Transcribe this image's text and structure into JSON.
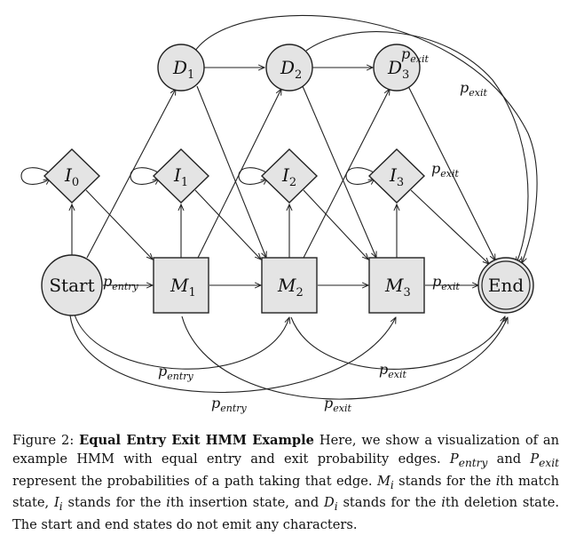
{
  "diagram": {
    "title": "Equal Entry Exit HMM",
    "nodes": [
      {
        "id": "D1",
        "shape": "circle",
        "letter": "D",
        "sub": "1"
      },
      {
        "id": "D2",
        "shape": "circle",
        "letter": "D",
        "sub": "2"
      },
      {
        "id": "D3",
        "shape": "circle",
        "letter": "D",
        "sub": "3"
      },
      {
        "id": "I0",
        "shape": "diamond",
        "letter": "I",
        "sub": "0"
      },
      {
        "id": "I1",
        "shape": "diamond",
        "letter": "I",
        "sub": "1"
      },
      {
        "id": "I2",
        "shape": "diamond",
        "letter": "I",
        "sub": "2"
      },
      {
        "id": "I3",
        "shape": "diamond",
        "letter": "I",
        "sub": "3"
      },
      {
        "id": "Start",
        "shape": "circle",
        "text": "Start"
      },
      {
        "id": "M1",
        "shape": "square",
        "letter": "M",
        "sub": "1"
      },
      {
        "id": "M2",
        "shape": "square",
        "letter": "M",
        "sub": "2"
      },
      {
        "id": "M3",
        "shape": "square",
        "letter": "M",
        "sub": "3"
      },
      {
        "id": "End",
        "shape": "double-circle",
        "text": "End"
      }
    ],
    "edge_labels": {
      "start_m1": {
        "base": "p",
        "sub": "entry"
      },
      "m3_end": {
        "base": "p",
        "sub": "exit"
      },
      "d3_end": {
        "base": "p",
        "sub": "exit"
      },
      "d2_end": {
        "base": "p",
        "sub": "exit"
      },
      "i3_end": {
        "base": "p",
        "sub": "exit"
      },
      "start_m2": {
        "base": "p",
        "sub": "entry"
      },
      "start_m3": {
        "base": "p",
        "sub": "entry"
      },
      "m1_end": {
        "base": "p",
        "sub": "exit"
      },
      "m2_end": {
        "base": "p",
        "sub": "exit"
      }
    }
  },
  "caption": {
    "label": "Figure 2:",
    "title": "Equal Entry Exit HMM Example",
    "parts": [
      "Here, we show a visualization of an example HMM with equal entry and exit probability edges. ",
      "P",
      "entry",
      " and ",
      "P",
      "exit",
      " represent the probabilities of a path taking that edge. ",
      "M",
      "i",
      " stands for the ",
      "i",
      "th match state, ",
      "I",
      "i",
      " stands for the ",
      "i",
      "th insertion state, and ",
      "D",
      "i",
      " stands for the ",
      "i",
      "th deletion state. The start and end states do not emit any characters."
    ]
  }
}
